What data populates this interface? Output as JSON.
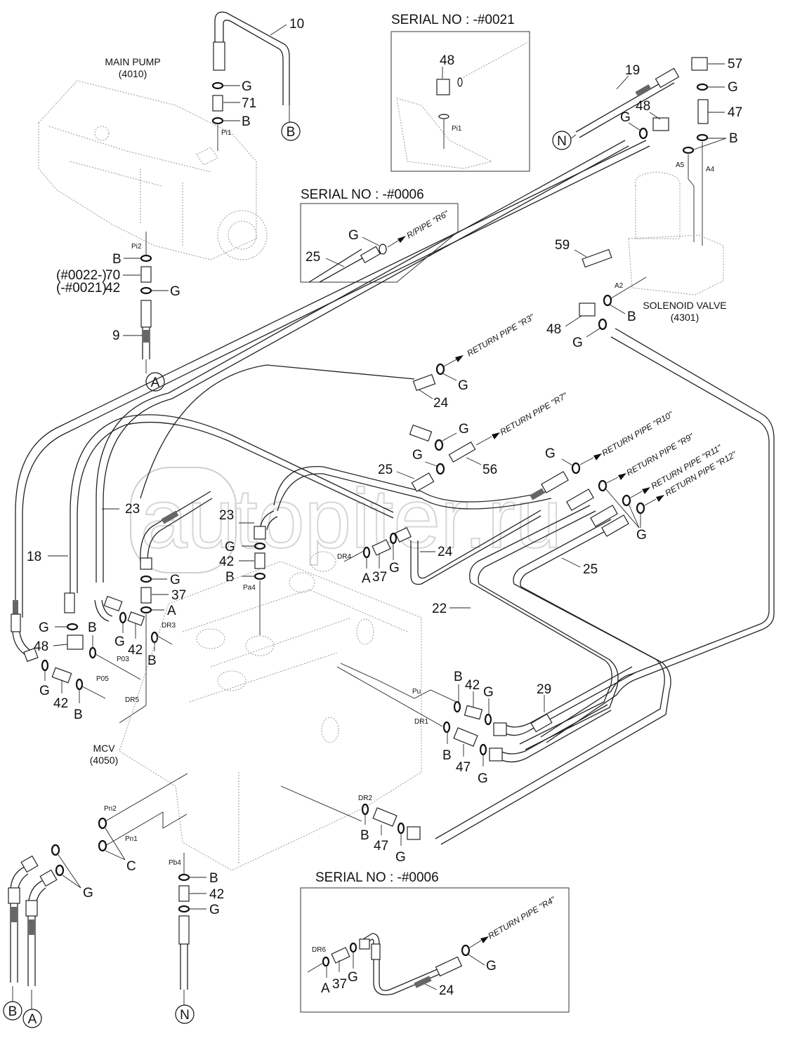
{
  "diagram": {
    "title": "Hydraulic pilot / drain piping parts diagram",
    "watermark": "autopiter.ru",
    "components": {
      "main_pump": {
        "name": "MAIN PUMP",
        "code": "(4010)"
      },
      "solenoid_valve": {
        "name": "SOLENOID VALVE",
        "code": "(4301)"
      },
      "mcv": {
        "name": "MCV",
        "code": "(4050)"
      }
    },
    "insets": [
      {
        "title": "SERIAL NO : -#0021",
        "labels": {
          "part": "48",
          "port": "Pi1"
        }
      },
      {
        "title": "SERIAL NO : -#0006",
        "labels": {
          "g": "G",
          "part": "25",
          "return": "R/PIPE \"R6\""
        }
      },
      {
        "title": "SERIAL NO : -#0006",
        "labels": {
          "port": "DR6",
          "a": "A",
          "part37": "37",
          "g1": "G",
          "g2": "G",
          "part24": "24",
          "return": "RETURN PIPE \"R4\""
        }
      }
    ],
    "connectors": [
      "A",
      "B",
      "N",
      "B",
      "A",
      "N"
    ],
    "ports": [
      "Pi1",
      "Pi2",
      "A5",
      "A4",
      "A2",
      "DR4",
      "DR3",
      "DR5",
      "P03",
      "P05",
      "Pa4",
      "Pu",
      "DR1",
      "DR2",
      "Pn2",
      "Pn1",
      "Pb4"
    ],
    "return_pipes": [
      "RETURN PIPE \"R3\"",
      "RETURN PIPE \"R7\"",
      "RETURN PIPE \"R10\"",
      "RETURN PIPE \"R9\"",
      "RETURN PIPE \"R11\"",
      "RETURN PIPE \"R12\""
    ],
    "serial_variants": {
      "newer": "(#0022-)",
      "older": "(-#0021)"
    },
    "callouts": {
      "p10": "10",
      "p71": "71",
      "p9": "9",
      "p70": "70",
      "p42": "42",
      "p19": "19",
      "p57": "57",
      "p47": "47",
      "p48": "48",
      "p59": "59",
      "p24": "24",
      "p25": "25",
      "p56": "56",
      "p23": "23",
      "p18": "18",
      "p37": "37",
      "p22": "22",
      "p29": "29",
      "G": "G",
      "B": "B",
      "A": "A",
      "C": "C"
    }
  }
}
